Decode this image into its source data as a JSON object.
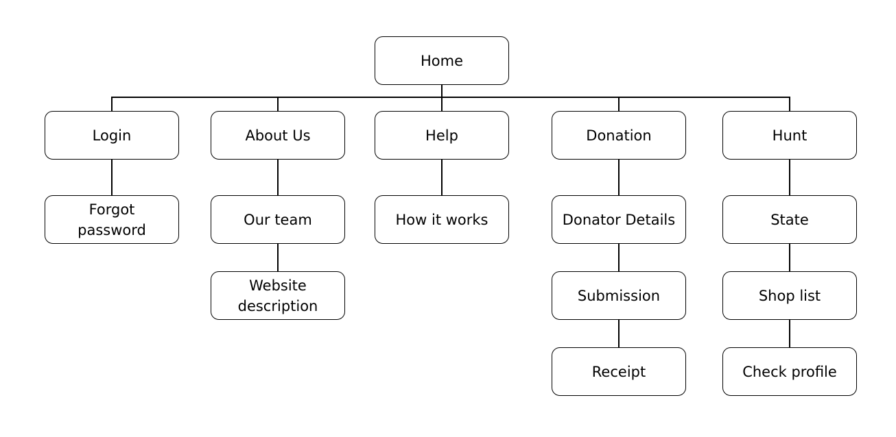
{
  "sitemap": {
    "root": {
      "label": "Home"
    },
    "branches": [
      {
        "label": "Login",
        "children": [
          "Forgot\npassword"
        ]
      },
      {
        "label": "About Us",
        "children": [
          "Our team",
          "Website\ndescription"
        ]
      },
      {
        "label": "Help",
        "children": [
          "How it works"
        ]
      },
      {
        "label": "Donation",
        "children": [
          "Donator Details",
          "Submission",
          "Receipt"
        ]
      },
      {
        "label": "Hunt",
        "children": [
          "State",
          "Shop list",
          "Check profile"
        ]
      }
    ]
  }
}
